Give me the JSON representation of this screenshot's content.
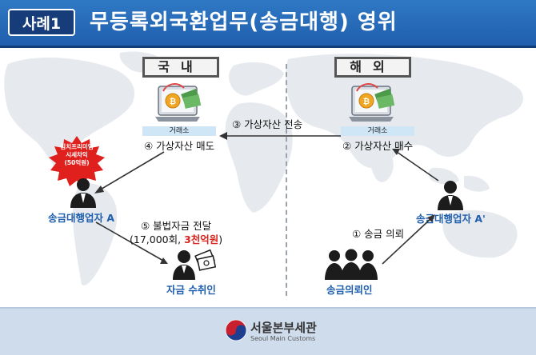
{
  "header": {
    "badge": "사례1",
    "title": "무등록외국환업무(송금대행) 영위"
  },
  "regions": {
    "domestic": "국내",
    "overseas": "해외"
  },
  "domestic_exchange": {
    "box_label": "거래소",
    "step_label": "④ 가상자산 매도"
  },
  "overseas_exchange": {
    "box_label": "거래소",
    "step_label": "② 가상자산 매수"
  },
  "transfer": {
    "step_label": "③ 가상자산 전송"
  },
  "premium_badge": {
    "line1": "김치프리미엄",
    "line2": "시세차익",
    "line3": "(50억원)"
  },
  "agent_domestic": {
    "label": "송금대행업자 A"
  },
  "agent_overseas": {
    "label": "송금대행업자 A'"
  },
  "step5": {
    "line1": "⑤ 불법자금 전달",
    "open": "(17,000회, ",
    "highlight": "3천억원",
    "close": ")"
  },
  "recipient": {
    "label": "자금 수취인"
  },
  "request": {
    "step_label": "① 송금 의뢰"
  },
  "senders": {
    "label": "송금의뢰인"
  },
  "footer": {
    "org_ko": "서울본부세관",
    "org_en": "Seoul Main Customs"
  },
  "colors": {
    "header_blue": "#1f5fae",
    "accent_red": "#d8261e",
    "label_blue": "#1f5fae",
    "footer_bg": "#cfdcec"
  }
}
